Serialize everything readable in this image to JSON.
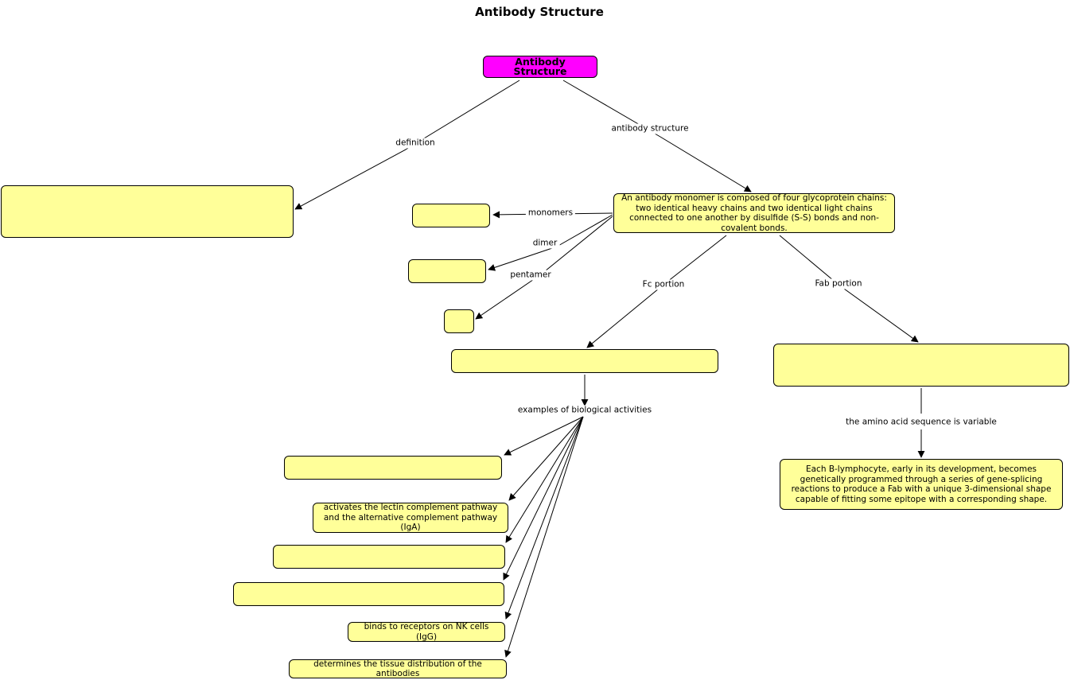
{
  "title": "Antibody Structure",
  "nodes": {
    "root": "Antibody Structure",
    "definition_box": "",
    "monomer_desc": "An antibody monomer is composed of four glycoprotein chains: two identical heavy chains and two identical light chains connected to one another by disulfide (S-S) bonds and non-covalent bonds.",
    "monomers_box": "",
    "dimer_box": "",
    "pentamer_box": "",
    "fc_box": "",
    "fab_box": "",
    "fab_desc": "Each B-lymphocyte, early in its development, becomes genetically programmed through a series of gene-splicing reactions to produce a Fab with a unique 3-dimensional shape capable of fitting some epitope with a corresponding shape.",
    "activity_1": "",
    "activity_2": "activates the lectin complement pathway and the alternative complement pathway (IgA)",
    "activity_3": "",
    "activity_4": "",
    "activity_5": "binds to receptors on NK cells (IgG)",
    "activity_6": "determines the tissue distribution of the antibodies"
  },
  "links": {
    "definition": "definition",
    "antibody_structure": "antibody structure",
    "monomers": "monomers",
    "dimer": "dimer",
    "pentamer": "pentamer",
    "fc_portion": "Fc portion",
    "fab_portion": "Fab portion",
    "examples": "examples of biological activities",
    "amino_acid": "the amino acid sequence is variable"
  }
}
